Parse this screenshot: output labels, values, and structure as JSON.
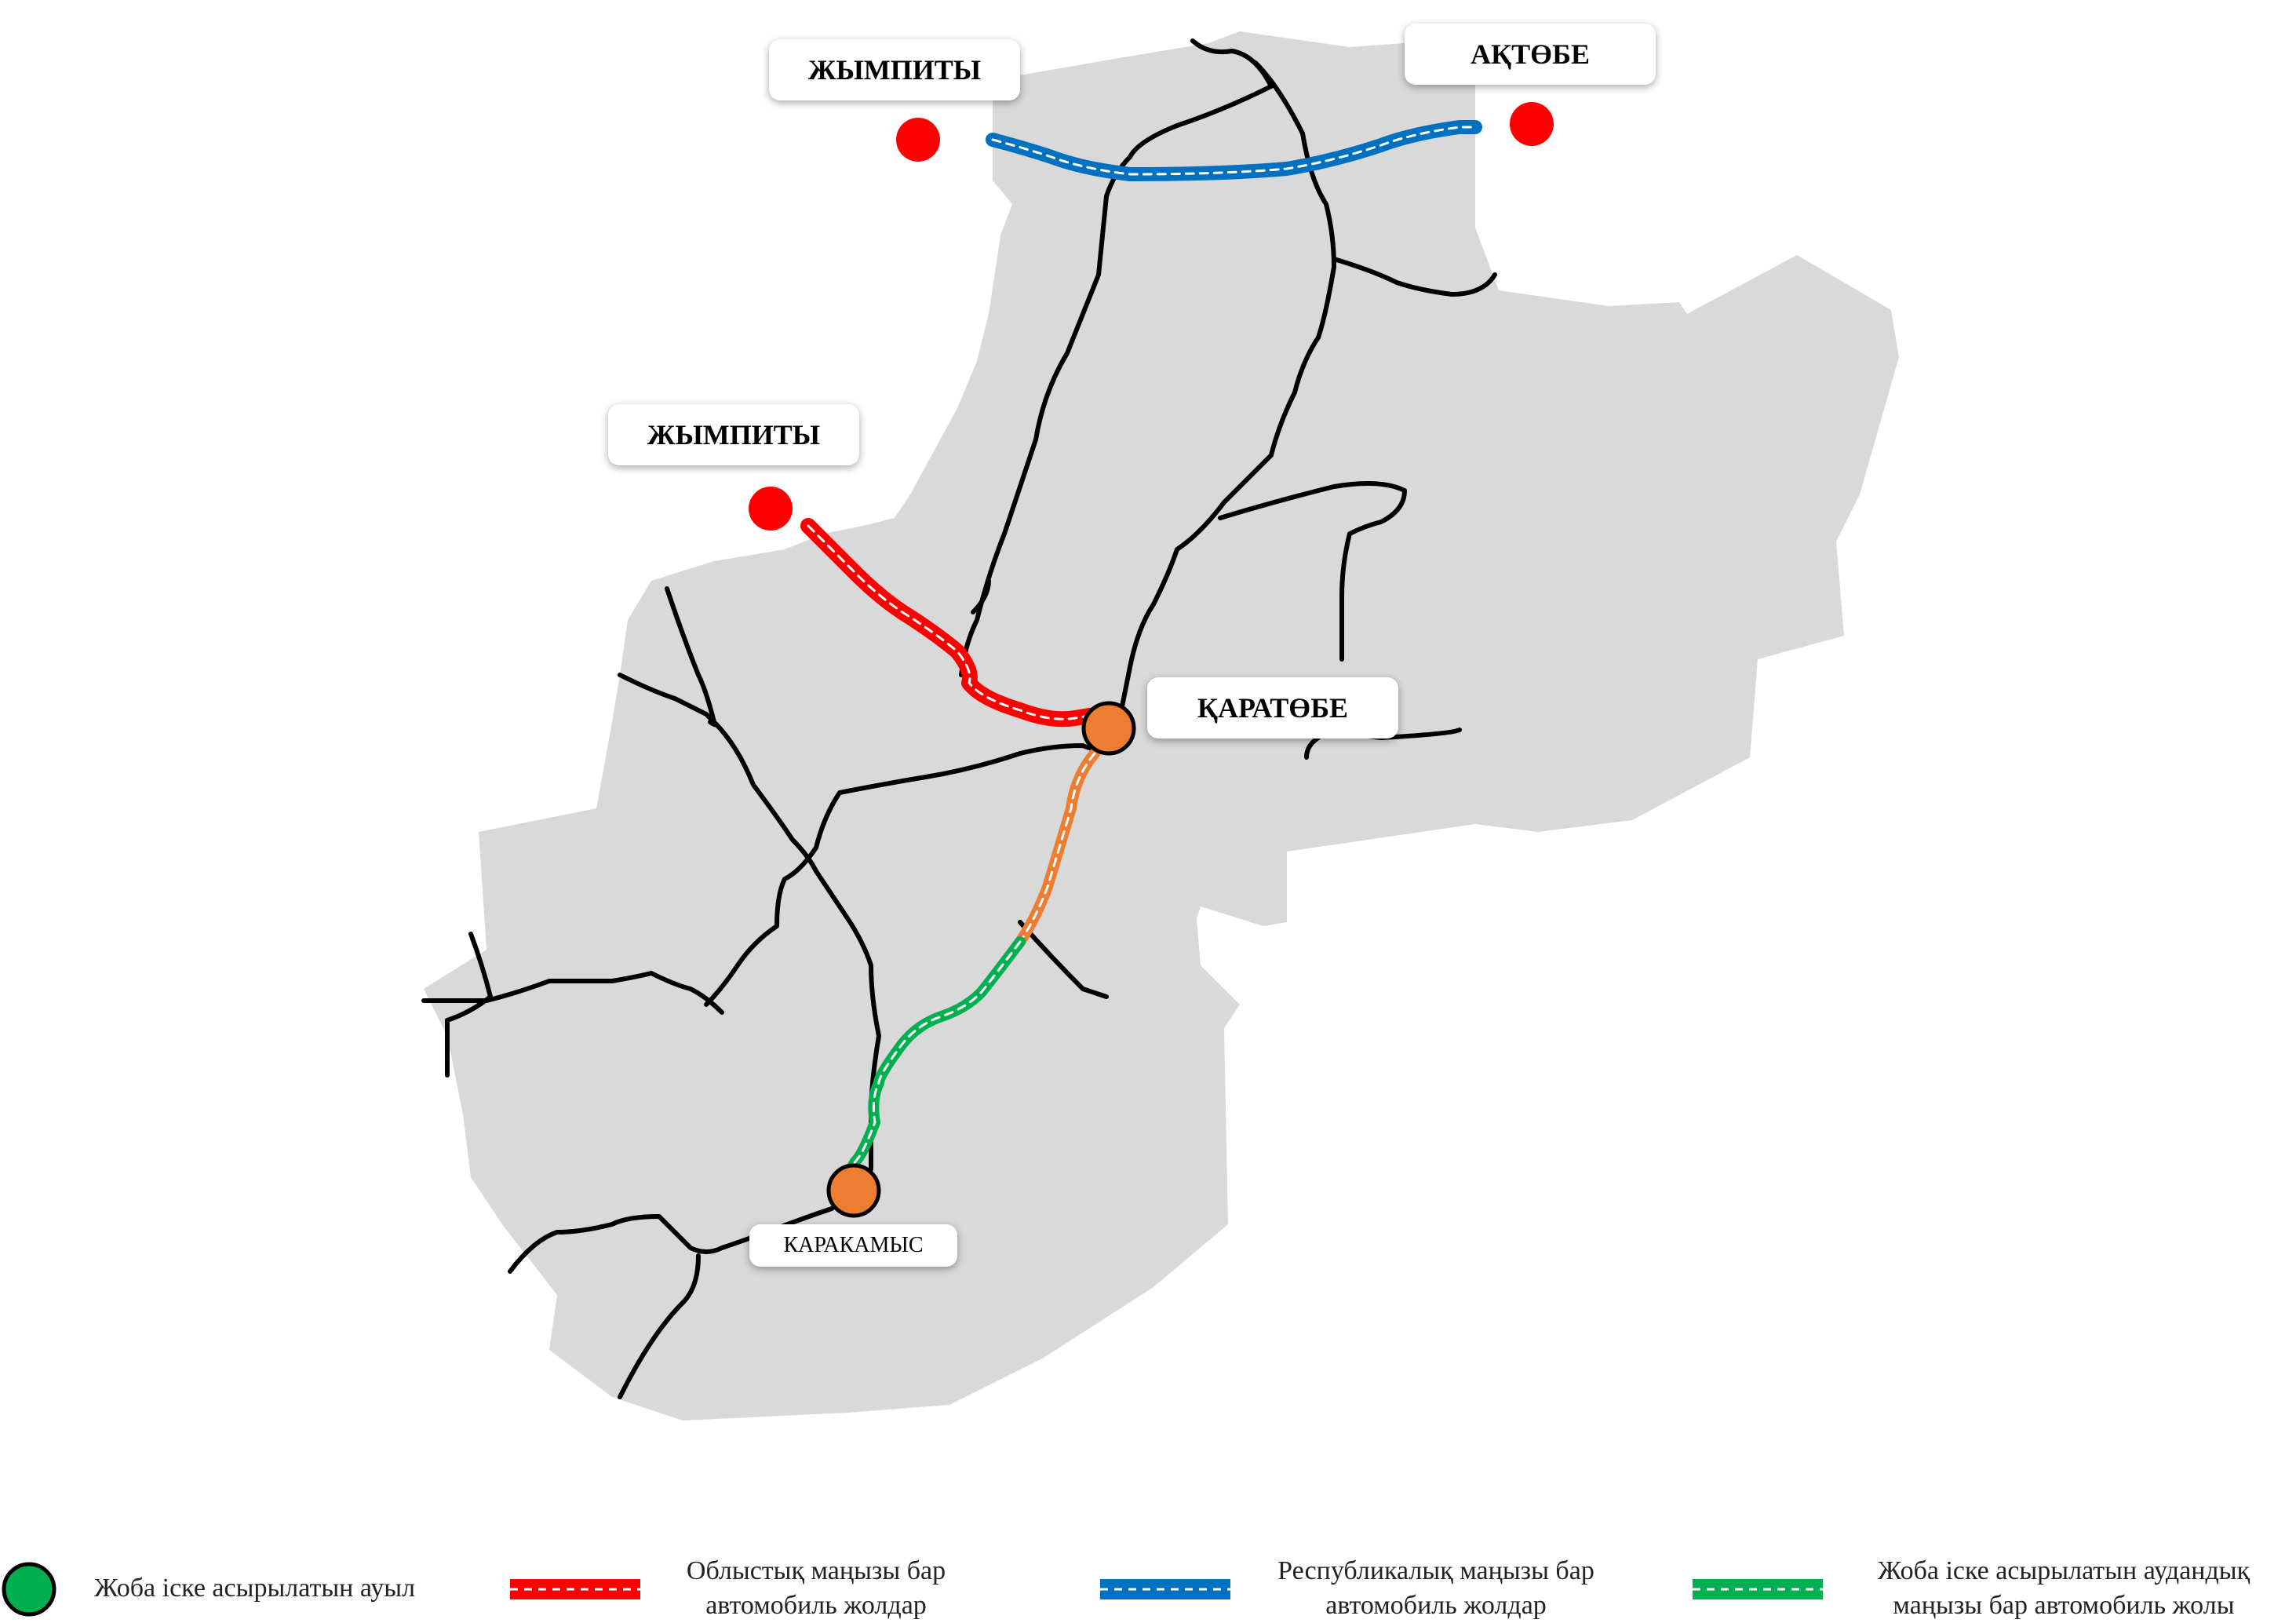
{
  "map": {
    "region_fill": "#d9d9d9",
    "road_color": "#000000",
    "labels": {
      "zhympity_top": "ЖЫМПИТЫ",
      "aktobe": "АҚТӨБЕ",
      "zhympity_mid": "ЖЫМПИТЫ",
      "karatobe": "ҚАРАТӨБЕ",
      "karakamys": "КАРАКАМЫС"
    },
    "colors": {
      "destination_dot": "#ff0000",
      "village_dot": "#ed7d31",
      "regional_road": "#ff0000",
      "republican_road": "#0070c0",
      "district_road": "#00b050",
      "project_road_orange": "#ed7d31"
    }
  },
  "legend": {
    "village": "Жоба іске асырылатын ауыл",
    "regional_line1": "Облыстық маңызы бар",
    "regional_line2": "автомобиль жолдар",
    "republican_line1": "Республикалық маңызы бар",
    "republican_line2": "автомобиль жолдар",
    "district_line1": "Жоба іске асырылатын аудандық",
    "district_line2": "маңызы бар автомобиль жолы",
    "village_swatch_color": "#00b050"
  }
}
